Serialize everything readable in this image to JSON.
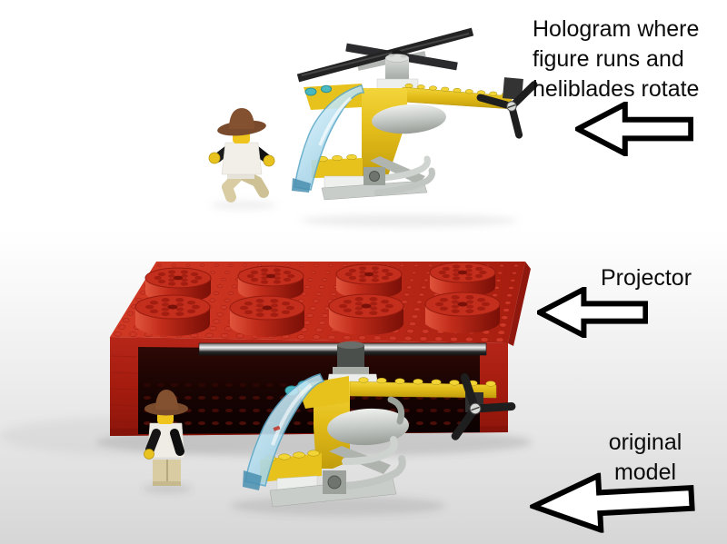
{
  "page": {
    "type": "annotated-3d-render",
    "background": "#ffffff"
  },
  "annotations": {
    "hologram": {
      "line1": "Hologram where",
      "line2": "figure runs and",
      "line3": "heliblades rotate"
    },
    "projector": {
      "label": "Projector"
    },
    "original": {
      "line1": "original",
      "line2": "model"
    }
  },
  "arrows": {
    "hologram": {
      "icon": "arrow-left-icon",
      "direction": "left"
    },
    "projector": {
      "icon": "arrow-left-icon",
      "direction": "left"
    },
    "original": {
      "icon": "arrow-left-icon",
      "direction": "left"
    }
  },
  "colors": {
    "text": "#0b0b0b",
    "arrow_fill": "#ffffff",
    "arrow_outline": "#000000",
    "lego_red": "#b5241a",
    "lego_yellow": "#e8c51f",
    "canopy_blue": "#bfe3f2",
    "gray_parts": "#c6cac6",
    "black_parts": "#1f1f1f",
    "minifig_tan": "#d8cba0",
    "hat_brown": "#7d4b2e",
    "floor": "#d7d7d7"
  }
}
